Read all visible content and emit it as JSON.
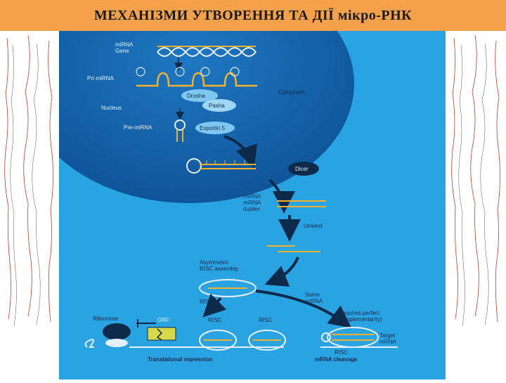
{
  "slide": {
    "title": "МЕХАНІЗМИ УТВОРЕННЯ ТА ДІЇ мікро-РНК"
  },
  "diagram": {
    "mirna_gene": [
      "miRNA",
      "Gene"
    ],
    "pri_mirna": "Pri-miRNA",
    "drosha": "Drosha",
    "pasha": "Pasha",
    "cytoplasm": "Cytoplasm",
    "nucleus": "Nucleus",
    "pre_mirna": "Pre-miRNA",
    "exportin": "Exportin 5",
    "dicer": "Dicer",
    "duplex": [
      "miRNA",
      "miRNA",
      "duplex"
    ],
    "unwind": "Unwind",
    "risc_assembly": [
      "Asymmetric",
      "RISC assembly"
    ],
    "risc": "RISC",
    "some_mirna": [
      "Some",
      "miRNA"
    ],
    "requires": [
      "(requires perfect",
      "complementarity)"
    ],
    "ribosome": "Ribosome",
    "orf": "ORF",
    "target_mrna": [
      "Target",
      "mRNA"
    ],
    "translational_repression": "Translational repression",
    "mrna_cleavage": "mRNA cleavage"
  },
  "colors": {
    "title_bar": "#f5a14c",
    "panel_bg": "#2aa3e3",
    "nucleus": "#1565a8",
    "rna": "#f2b231",
    "arrow": "#0d2a4a"
  },
  "icons": [
    "dna-helix-icon",
    "hairpin-rna-icon",
    "ribosome-icon",
    "risc-complex-icon",
    "orf-box-icon"
  ]
}
